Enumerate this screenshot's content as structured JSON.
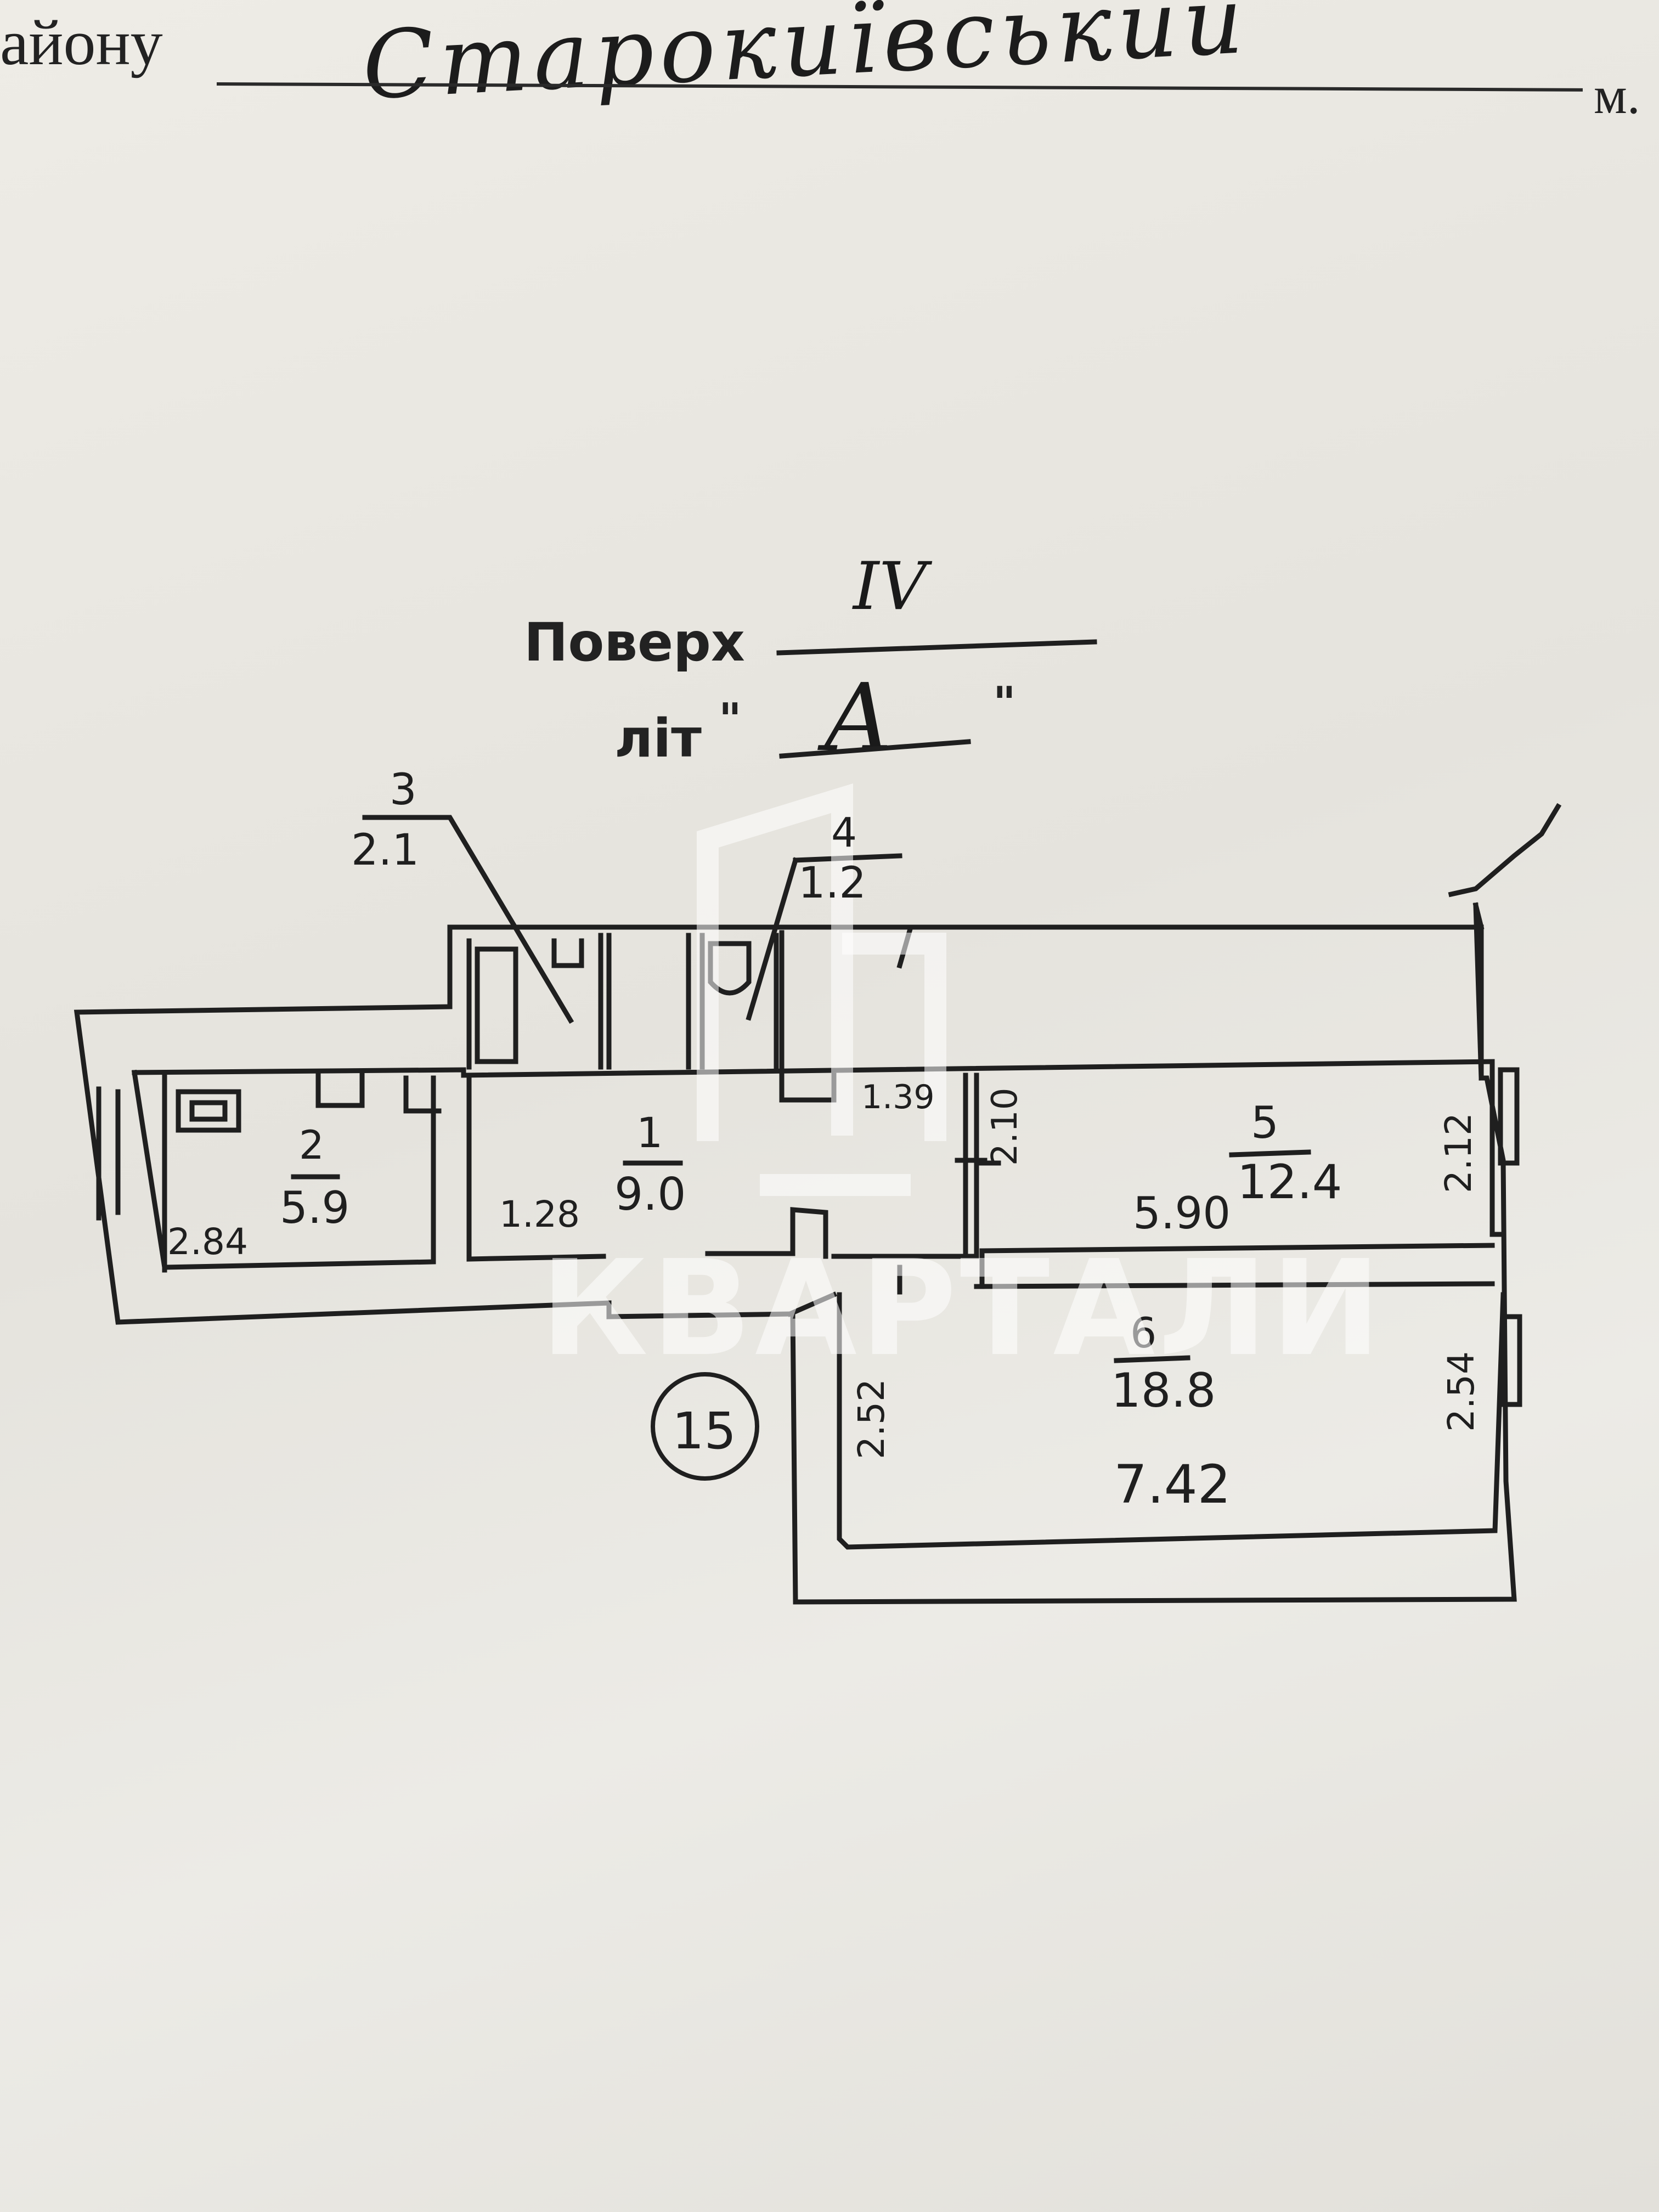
{
  "header": {
    "label": "айону",
    "district": "Старокиївський",
    "suffix": "м."
  },
  "title": {
    "floor_label": "Поверх",
    "floor_value": "IV",
    "lit_label": "літ",
    "lit_value": "А",
    "quote_open": "\"",
    "quote_close": "\""
  },
  "rooms": [
    {
      "number": "1",
      "area": "9.0"
    },
    {
      "number": "2",
      "area": "5.9"
    },
    {
      "number": "3",
      "area": "2.1"
    },
    {
      "number": "4",
      "area": "1.2"
    },
    {
      "number": "5",
      "area": "12.4"
    },
    {
      "number": "6",
      "area": "18.8"
    }
  ],
  "dimensions": {
    "d_2_84": "2.84",
    "d_1_28": "1.28",
    "d_1_39": "1.39",
    "d_2_10": "2.10",
    "d_5_90": "5.90",
    "d_2_12": "2.12",
    "d_2_52": "2.52",
    "d_2_54": "2.54",
    "d_7_42": "7.42"
  },
  "apartment_number": "15",
  "watermark": {
    "text": "КВАРТАЛИ",
    "color": "#ffffff"
  },
  "colors": {
    "paper": "#e9e7e1",
    "ink": "#1f1f1f"
  }
}
